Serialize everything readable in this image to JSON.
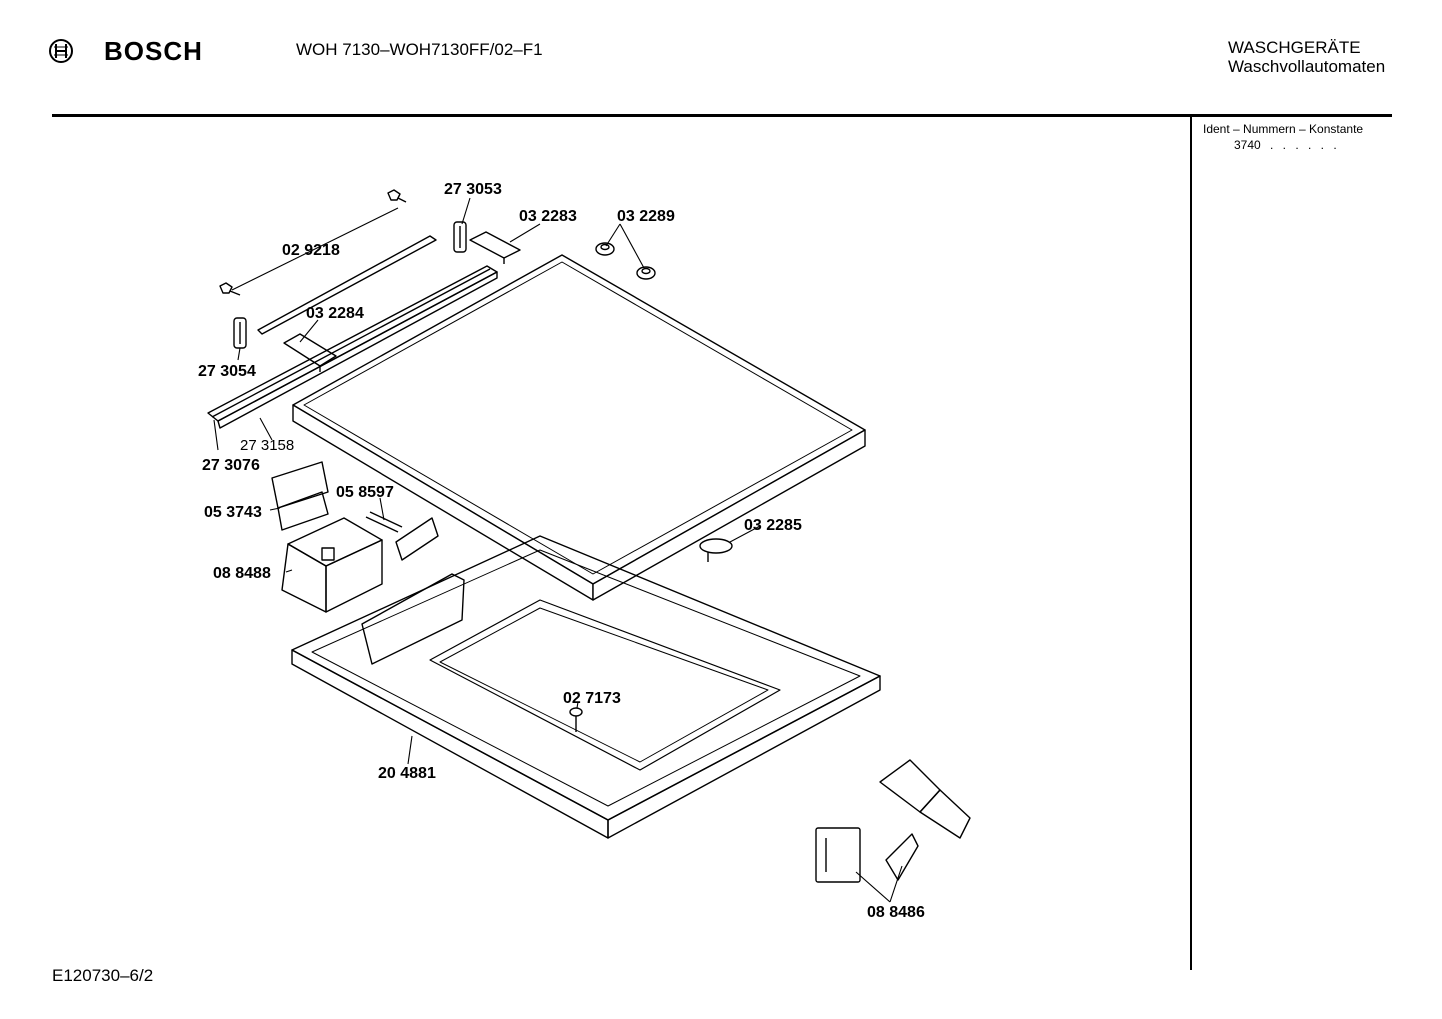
{
  "header": {
    "brand": "BOSCH",
    "model": "WOH 7130–WOH7130FF/02–F1",
    "category_line1": "WASCHGERÄTE",
    "category_line2": "Waschvollautomaten"
  },
  "ident": {
    "heading": "Ident – Nummern – Konstante",
    "value": "3740",
    "dots": ". .  . . . ."
  },
  "footer": {
    "code": "E120730–6/2"
  },
  "parts": [
    {
      "id": "p273053",
      "number": "27 3053"
    },
    {
      "id": "p032283",
      "number": "03 2283"
    },
    {
      "id": "p032289",
      "number": "03 2289"
    },
    {
      "id": "p029218",
      "number": "02 9218"
    },
    {
      "id": "p032284",
      "number": "03 2284"
    },
    {
      "id": "p273054",
      "number": "27 3054"
    },
    {
      "id": "p273158",
      "number": "27 3158"
    },
    {
      "id": "p273076",
      "number": "27 3076"
    },
    {
      "id": "p058597",
      "number": "05 8597"
    },
    {
      "id": "p053743",
      "number": "05 3743"
    },
    {
      "id": "p088488",
      "number": "08 8488"
    },
    {
      "id": "p032285",
      "number": "03 2285"
    },
    {
      "id": "p027173",
      "number": "02 7173"
    },
    {
      "id": "p204881",
      "number": "20 4881"
    },
    {
      "id": "p088486",
      "number": "08 8486"
    }
  ]
}
